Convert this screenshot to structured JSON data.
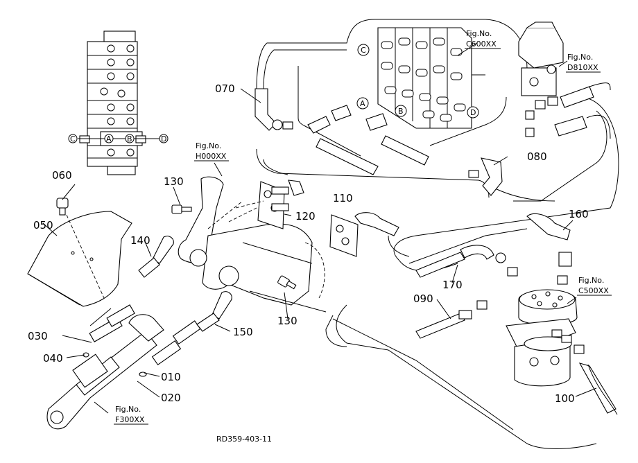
{
  "diagram": {
    "part_labels": {
      "p010": "010",
      "p020": "020",
      "p030": "030",
      "p040": "040",
      "p050": "050",
      "p060": "060",
      "p070": "070",
      "p080": "080",
      "p090": "090",
      "p100": "100",
      "p110": "110",
      "p120": "120",
      "p130a": "130",
      "p130b": "130",
      "p140": "140",
      "p150": "150",
      "p160": "160",
      "p170": "170"
    },
    "figure_refs": {
      "prefix": "Fig.No.",
      "c600": "C600XX",
      "d810": "D810XX",
      "h000": "H000XX",
      "c500": "C500XX",
      "f300": "F300XX"
    },
    "connection_markers": {
      "a": "A",
      "b": "B",
      "c": "C",
      "d": "D"
    },
    "drawing_code": "RD359-403-11"
  }
}
